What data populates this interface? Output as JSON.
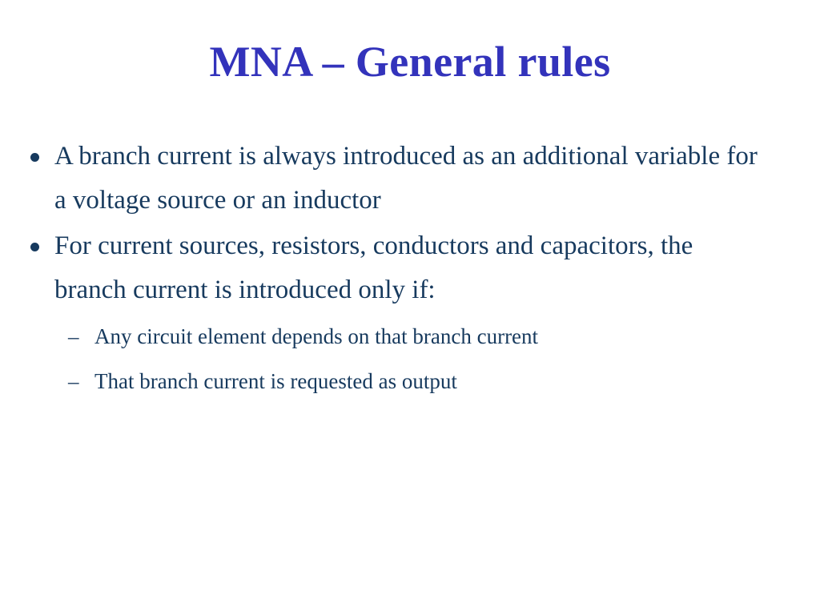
{
  "slide": {
    "title": "MNA – General rules",
    "background_color": "#ffffff",
    "title_color": "#3333bb",
    "body_color": "#173a5e",
    "bullets": [
      {
        "level": 1,
        "marker": "•",
        "text": "A branch current is always introduced as an additional variable for a voltage source or an inductor"
      },
      {
        "level": 1,
        "marker": "•",
        "text": "For current sources, resistors, conductors and capacitors, the branch current is introduced only if:"
      },
      {
        "level": 2,
        "marker": "–",
        "text": "Any circuit element depends on that branch current"
      },
      {
        "level": 2,
        "marker": "–",
        "text": "That branch current is requested as output"
      }
    ]
  }
}
